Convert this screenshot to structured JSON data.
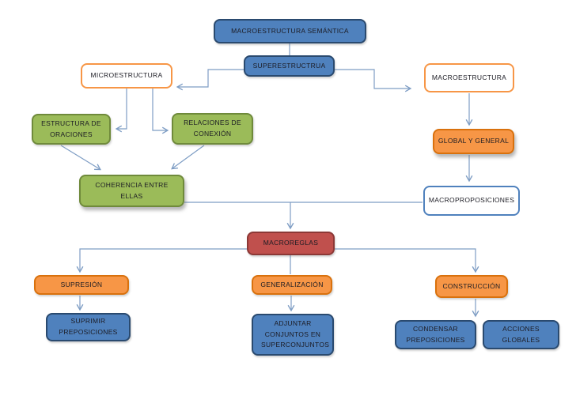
{
  "diagram": {
    "palette": {
      "node_blue": "#4f81bd",
      "node_green": "#9bbb59",
      "node_orange": "#f79646",
      "node_red": "#c0504d",
      "outline_orange": "#f79646",
      "outline_blue": "#4f81bd",
      "connector": "#7e9dc4"
    },
    "nodes": {
      "macro_semantica": {
        "label": "MACROESTRUCTURA SEMÁNTICA"
      },
      "superestructura": {
        "label": "SUPERESTRUCTRUA"
      },
      "microestructura": {
        "label": "MICROESTRUCTURA"
      },
      "macroestructura": {
        "label": "MACROESTRUCTURA"
      },
      "estructura_oraciones": {
        "label": "ESTRUCTURA DE ORACIONES"
      },
      "relaciones_conexion": {
        "label": "RELACIONES DE CONEXIÓN"
      },
      "global_general": {
        "label": "GLOBAL Y GENERAL"
      },
      "coherencia": {
        "label": "COHERENCIA ENTRE ELLAS"
      },
      "macroproposiciones": {
        "label": "MACROPROPOSICIONES"
      },
      "macroreglas": {
        "label": "MACROREGLAS"
      },
      "supresion": {
        "label": "SUPRESIÓN"
      },
      "generalizacion": {
        "label": "GENERALIZACIÓN"
      },
      "construccion": {
        "label": "CONSTRUCCIÓN"
      },
      "suprimir": {
        "label": "SUPRIMIR PREPOSICIONES"
      },
      "adjuntar": {
        "label": "ADJUNTAR CONJUNTOS EN SUPERCONJUNTOS"
      },
      "condensar": {
        "label": "CONDENSAR PREPOSICIONES"
      },
      "acciones": {
        "label": "ACCIONES GLOBALES"
      }
    },
    "edges": [
      {
        "from": "macro_semantica",
        "to": "superestructura",
        "arrow": false
      },
      {
        "from": "superestructura",
        "to": "microestructura",
        "arrow": true
      },
      {
        "from": "superestructura",
        "to": "macroestructura",
        "arrow": true
      },
      {
        "from": "microestructura",
        "to": "estructura_oraciones",
        "arrow": true
      },
      {
        "from": "microestructura",
        "to": "relaciones_conexion",
        "arrow": true
      },
      {
        "from": "estructura_oraciones",
        "to": "coherencia",
        "arrow": true
      },
      {
        "from": "relaciones_conexion",
        "to": "coherencia",
        "arrow": true
      },
      {
        "from": "macroestructura",
        "to": "global_general",
        "arrow": true
      },
      {
        "from": "global_general",
        "to": "macroproposiciones",
        "arrow": true
      },
      {
        "from": "coherencia",
        "to": "macroproposiciones",
        "arrow": false
      },
      {
        "from": "coherencia",
        "to": "macroreglas",
        "arrow": true
      },
      {
        "from": "macroreglas",
        "to": "supresion",
        "arrow": true
      },
      {
        "from": "macroreglas",
        "to": "generalizacion",
        "arrow": false
      },
      {
        "from": "macroreglas",
        "to": "construccion",
        "arrow": true
      },
      {
        "from": "supresion",
        "to": "suprimir",
        "arrow": true
      },
      {
        "from": "generalizacion",
        "to": "adjuntar",
        "arrow": true
      },
      {
        "from": "construccion",
        "to": "condensar",
        "arrow": true
      }
    ]
  }
}
